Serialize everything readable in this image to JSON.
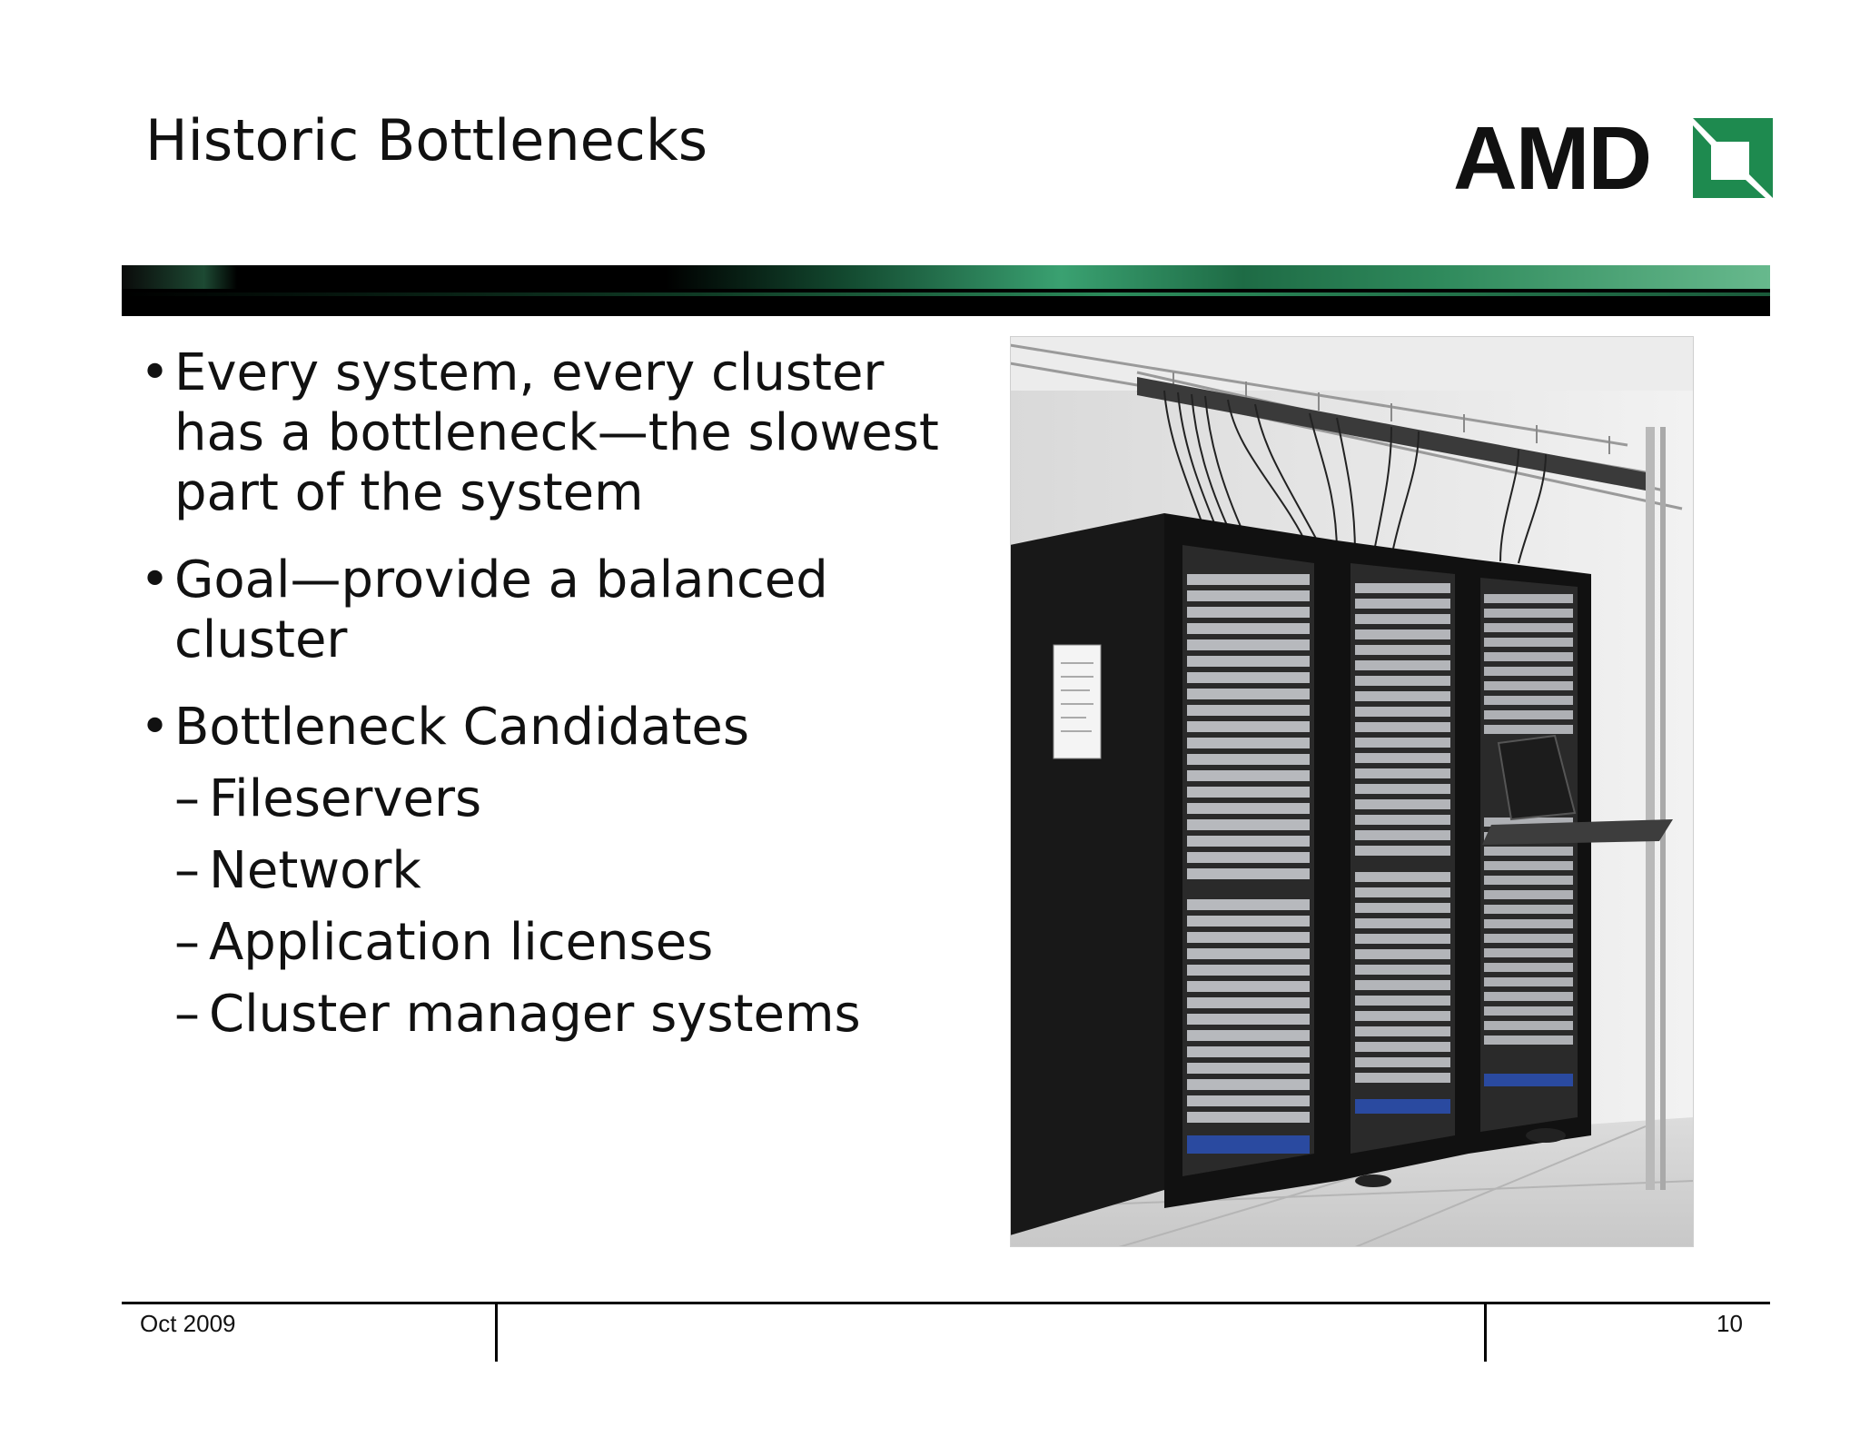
{
  "slide": {
    "title": "Historic Bottlenecks",
    "logo": {
      "text": "AMD",
      "icon": "amd-arrow-icon",
      "accent_color": "#1e8a4f"
    },
    "bullets": [
      {
        "text": "Every system, every cluster has a bottleneck—the slowest part of the system"
      },
      {
        "text": "Goal—provide a balanced cluster"
      },
      {
        "text": "Bottleneck Candidates",
        "subitems": [
          "Fileservers",
          "Network",
          "Application licenses",
          "Cluster manager systems"
        ]
      }
    ],
    "bullet_glyph": "•",
    "sub_glyph": "–",
    "photo": {
      "subject": "server-racks-photo"
    },
    "footer": {
      "date": "Oct 2009",
      "page": "10"
    }
  }
}
